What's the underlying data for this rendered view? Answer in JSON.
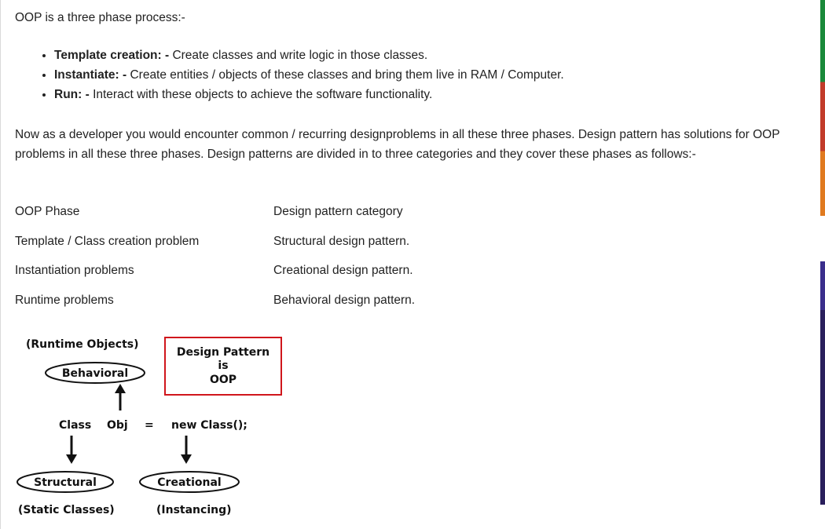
{
  "intro": "OOP is a three phase process:-",
  "bullets": [
    {
      "term": "Template creation: -",
      "text": " Create classes and write logic in those classes."
    },
    {
      "term": "Instantiate: -",
      "text": " Create entities / objects of these classes and bring them live in RAM / Computer."
    },
    {
      "term": "Run: -",
      "text": " Interact with these objects to achieve the software functionality."
    }
  ],
  "para2": "Now as a developer you would encounter common / recurring designproblems in all these three phases. Design pattern has solutions for OOP problems in all these three phases. Design patterns are divided in to three categories and they cover these phases as follows:-",
  "table": {
    "header": {
      "phase": "OOP Phase",
      "category": "Design pattern category"
    },
    "rows": [
      {
        "phase": "Template / Class creation problem",
        "category": "Structural design pattern."
      },
      {
        "phase": "Instantiation problems",
        "category": "Creational design pattern."
      },
      {
        "phase": "Runtime problems",
        "category": "Behavioral design pattern."
      }
    ]
  },
  "diagram": {
    "runtime_objects": "(Runtime Objects)",
    "behavioral": "Behavioral",
    "box_line1": "Design Pattern",
    "box_line2": "is",
    "box_line3": "OOP",
    "class": "Class",
    "obj": "Obj",
    "equals": "=",
    "new_class": "new Class();",
    "structural": "Structural",
    "creational": "Creational",
    "static_classes": "(Static Classes)",
    "instancing": "(Instancing)",
    "box_color": "#d0161c"
  },
  "side_stripe_colors": {
    "top": [
      "#1a8a3a",
      "#c23b2a",
      "#e07a1f"
    ],
    "bottom": [
      "#3a2e8c",
      "#2a1f5c"
    ]
  }
}
